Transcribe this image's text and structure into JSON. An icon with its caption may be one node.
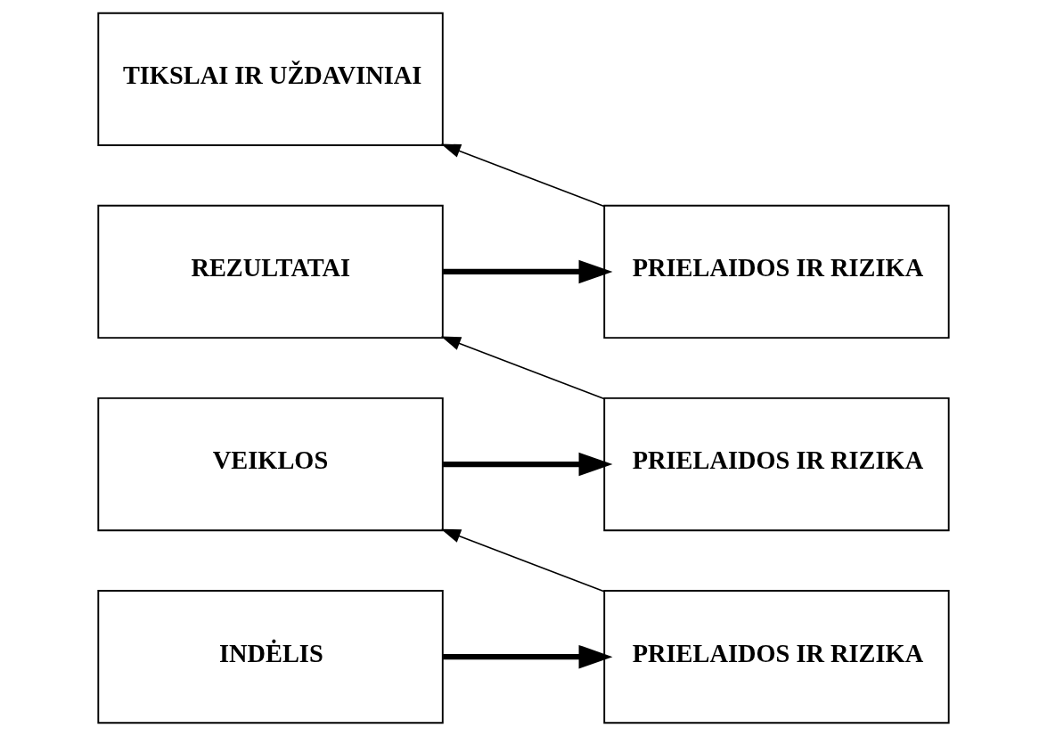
{
  "diagram": {
    "nodes": [
      {
        "text": [
          "TIKSLAI IR UŽDAVINIAI"
        ]
      },
      {
        "text": [
          "REZULTATAI"
        ]
      },
      {
        "text": [
          "PRIELAIDOS IR RIZIKA"
        ]
      },
      {
        "text": [
          "VEIKLOS"
        ]
      },
      {
        "text": [
          "PRIELAIDOS IR RIZIKA"
        ]
      },
      {
        "text": [
          "INDĖLIS"
        ]
      },
      {
        "text": [
          "PRIELAIDOS IR RIZIKA"
        ]
      }
    ],
    "edges": [
      {
        "from": 1,
        "to": 2,
        "arrow": "to",
        "style": "thick"
      },
      {
        "from": 2,
        "to": 0,
        "arrow": "to"
      },
      {
        "from": 3,
        "to": 4,
        "arrow": "to",
        "style": "thick"
      },
      {
        "from": 4,
        "to": 1,
        "arrow": "to"
      },
      {
        "from": 5,
        "to": 6,
        "arrow": "to",
        "style": "thick"
      },
      {
        "from": 6,
        "to": 3,
        "arrow": "to"
      }
    ]
  }
}
